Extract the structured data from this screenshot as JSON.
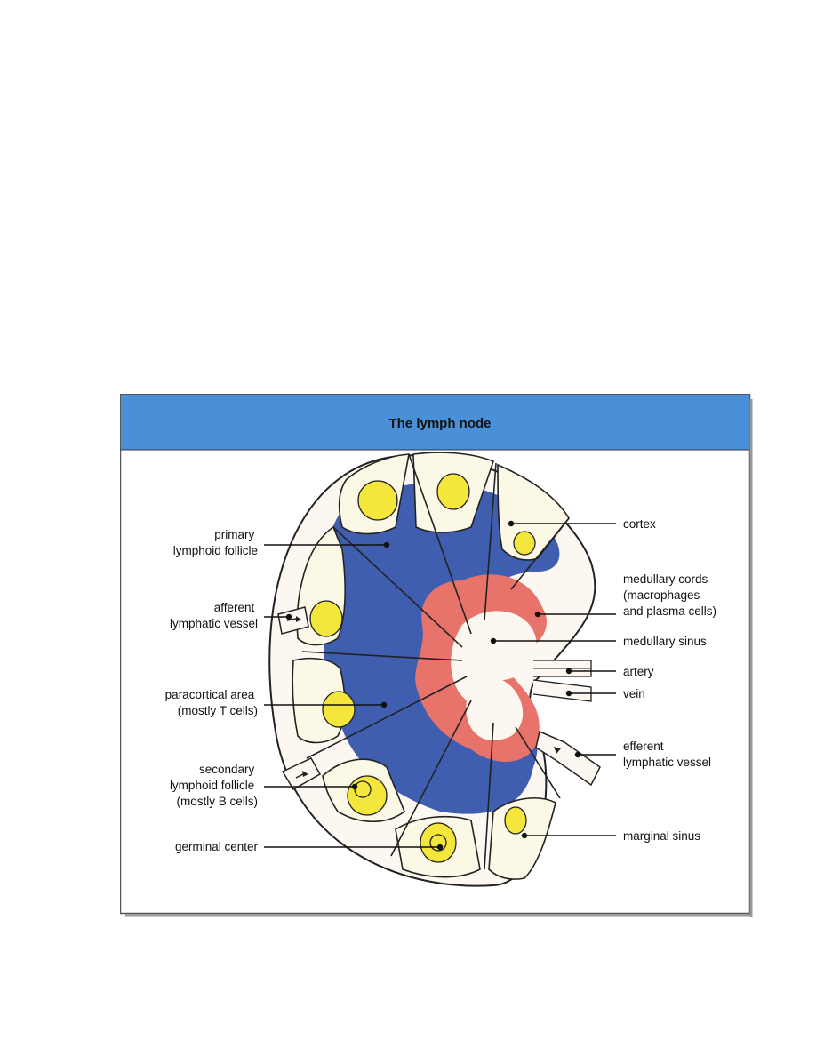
{
  "figure": {
    "title": "The lymph node",
    "colors": {
      "header": "#4a90d9",
      "cortex": "#fbf8e6",
      "follicle": "#f5e63c",
      "paracortex": "#3f5eb0",
      "medullary_cords": "#e8736a",
      "sinus": "#fdf7f2",
      "outline": "#222222"
    },
    "labels": {
      "primary_follicle": [
        "primary",
        "lymphoid follicle"
      ],
      "afferent": [
        "afferent",
        "lymphatic vessel"
      ],
      "paracortical": [
        "paracortical area",
        "(mostly T cells)"
      ],
      "secondary_follicle": [
        "secondary",
        "lymphoid follicle",
        "(mostly B cells)"
      ],
      "germinal_center": [
        "germinal center"
      ],
      "cortex": [
        "cortex"
      ],
      "medullary_cords": [
        "medullary cords",
        "(macrophages",
        "and plasma cells)"
      ],
      "medullary_sinus": [
        "medullary sinus"
      ],
      "artery": [
        "artery"
      ],
      "vein": [
        "vein"
      ],
      "efferent": [
        "efferent",
        "lymphatic vessel"
      ],
      "marginal_sinus": [
        "marginal sinus"
      ]
    }
  }
}
